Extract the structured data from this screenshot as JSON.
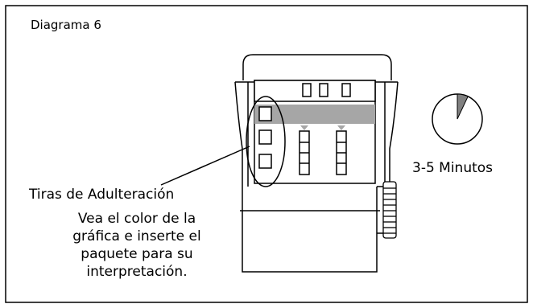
{
  "diagram": {
    "title": "Diagrama 6",
    "timer_label": "3-5 Minutos",
    "strips_label": "Tiras de Adulteración",
    "note_lines": [
      "Vea el color de la",
      "gráfica e inserte el",
      "paquete para su",
      "interpretación."
    ]
  },
  "timer": {
    "elapsed_fraction": 0.07,
    "fill_color": "#808080"
  },
  "colors": {
    "band": "#a6a6a6",
    "stroke": "#000000",
    "background": "#ffffff"
  },
  "icons": [
    "test-cup-icon",
    "timer-clock-icon",
    "arrow-down-icon"
  ]
}
